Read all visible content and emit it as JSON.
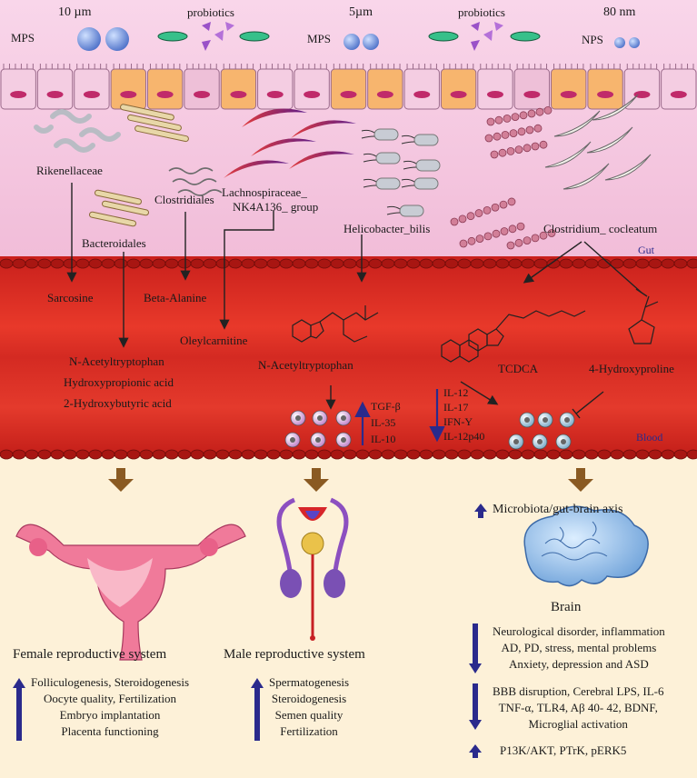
{
  "top": {
    "size_left": "10 µm",
    "size_mid": "5µm",
    "size_right": "80 nm",
    "mps_left": "MPS",
    "mps_mid": "MPS",
    "nps": "NPS",
    "probiotics_left": "probiotics",
    "probiotics_right": "probiotics"
  },
  "bacteria": {
    "rikenellaceae": "Rikenellaceae",
    "clostridiales": "Clostridiales",
    "lachnospiraceae_1": "Lachnospiraceae_",
    "lachnospiraceae_2": "NK4A136_ group",
    "bacteroidales": "Bacteroidales",
    "helicobacter": "Helicobacter_bilis",
    "clostridium": "Clostridium_ cocleatum"
  },
  "labels": {
    "gut": "Gut",
    "blood": "Blood"
  },
  "metabolites": {
    "sarcosine": "Sarcosine",
    "beta_alanine": "Beta-Alanine",
    "oleylcarnitine": "Oleylcarnitine",
    "left_list": [
      "N-Acetyltryptophan",
      "Hydroxypropionic acid",
      "2-Hydroxybutyric acid"
    ],
    "n_acetyltryptophan": "N-Acetyltryptophan",
    "tcdca": "TCDCA",
    "hydroxyproline": "4-Hydroxyproline"
  },
  "cytokines": {
    "up": [
      "TGF-β",
      "IL-35",
      "IL-10"
    ],
    "down": [
      "IL-12",
      "IL-17",
      "IFN-Υ",
      "IL-12p40"
    ]
  },
  "female": {
    "title": "Female reproductive system",
    "effects": [
      "Folliculogenesis, Steroidogenesis",
      "Oocyte quality, Fertilization",
      "Embryo implantation",
      "Placenta functioning"
    ]
  },
  "male": {
    "title": "Male reproductive system",
    "effects": [
      "Spermatogenesis",
      "Steroidogenesis",
      "Semen quality",
      "Fertilization"
    ]
  },
  "brain": {
    "axis": "Microbiota/gut-brain axis",
    "title": "Brain",
    "group1": [
      "Neurological disorder, inflammation",
      "AD, PD, stress, mental problems",
      "Anxiety, depression and ASD"
    ],
    "group2": [
      "BBB disruption, Cerebral LPS, IL-6",
      "TNF-α, TLR4, Aβ 40- 42, BDNF,",
      "Microglial activation"
    ],
    "group3": "P13K/AKT, PTrK, pERK5"
  },
  "colors": {
    "gut_bg": "#f5c8e0",
    "blood": "#c8201c",
    "bottom_bg": "#fdf1d8",
    "arrow_brown": "#8a5a22",
    "arrow_blue": "#2a2a8c"
  }
}
